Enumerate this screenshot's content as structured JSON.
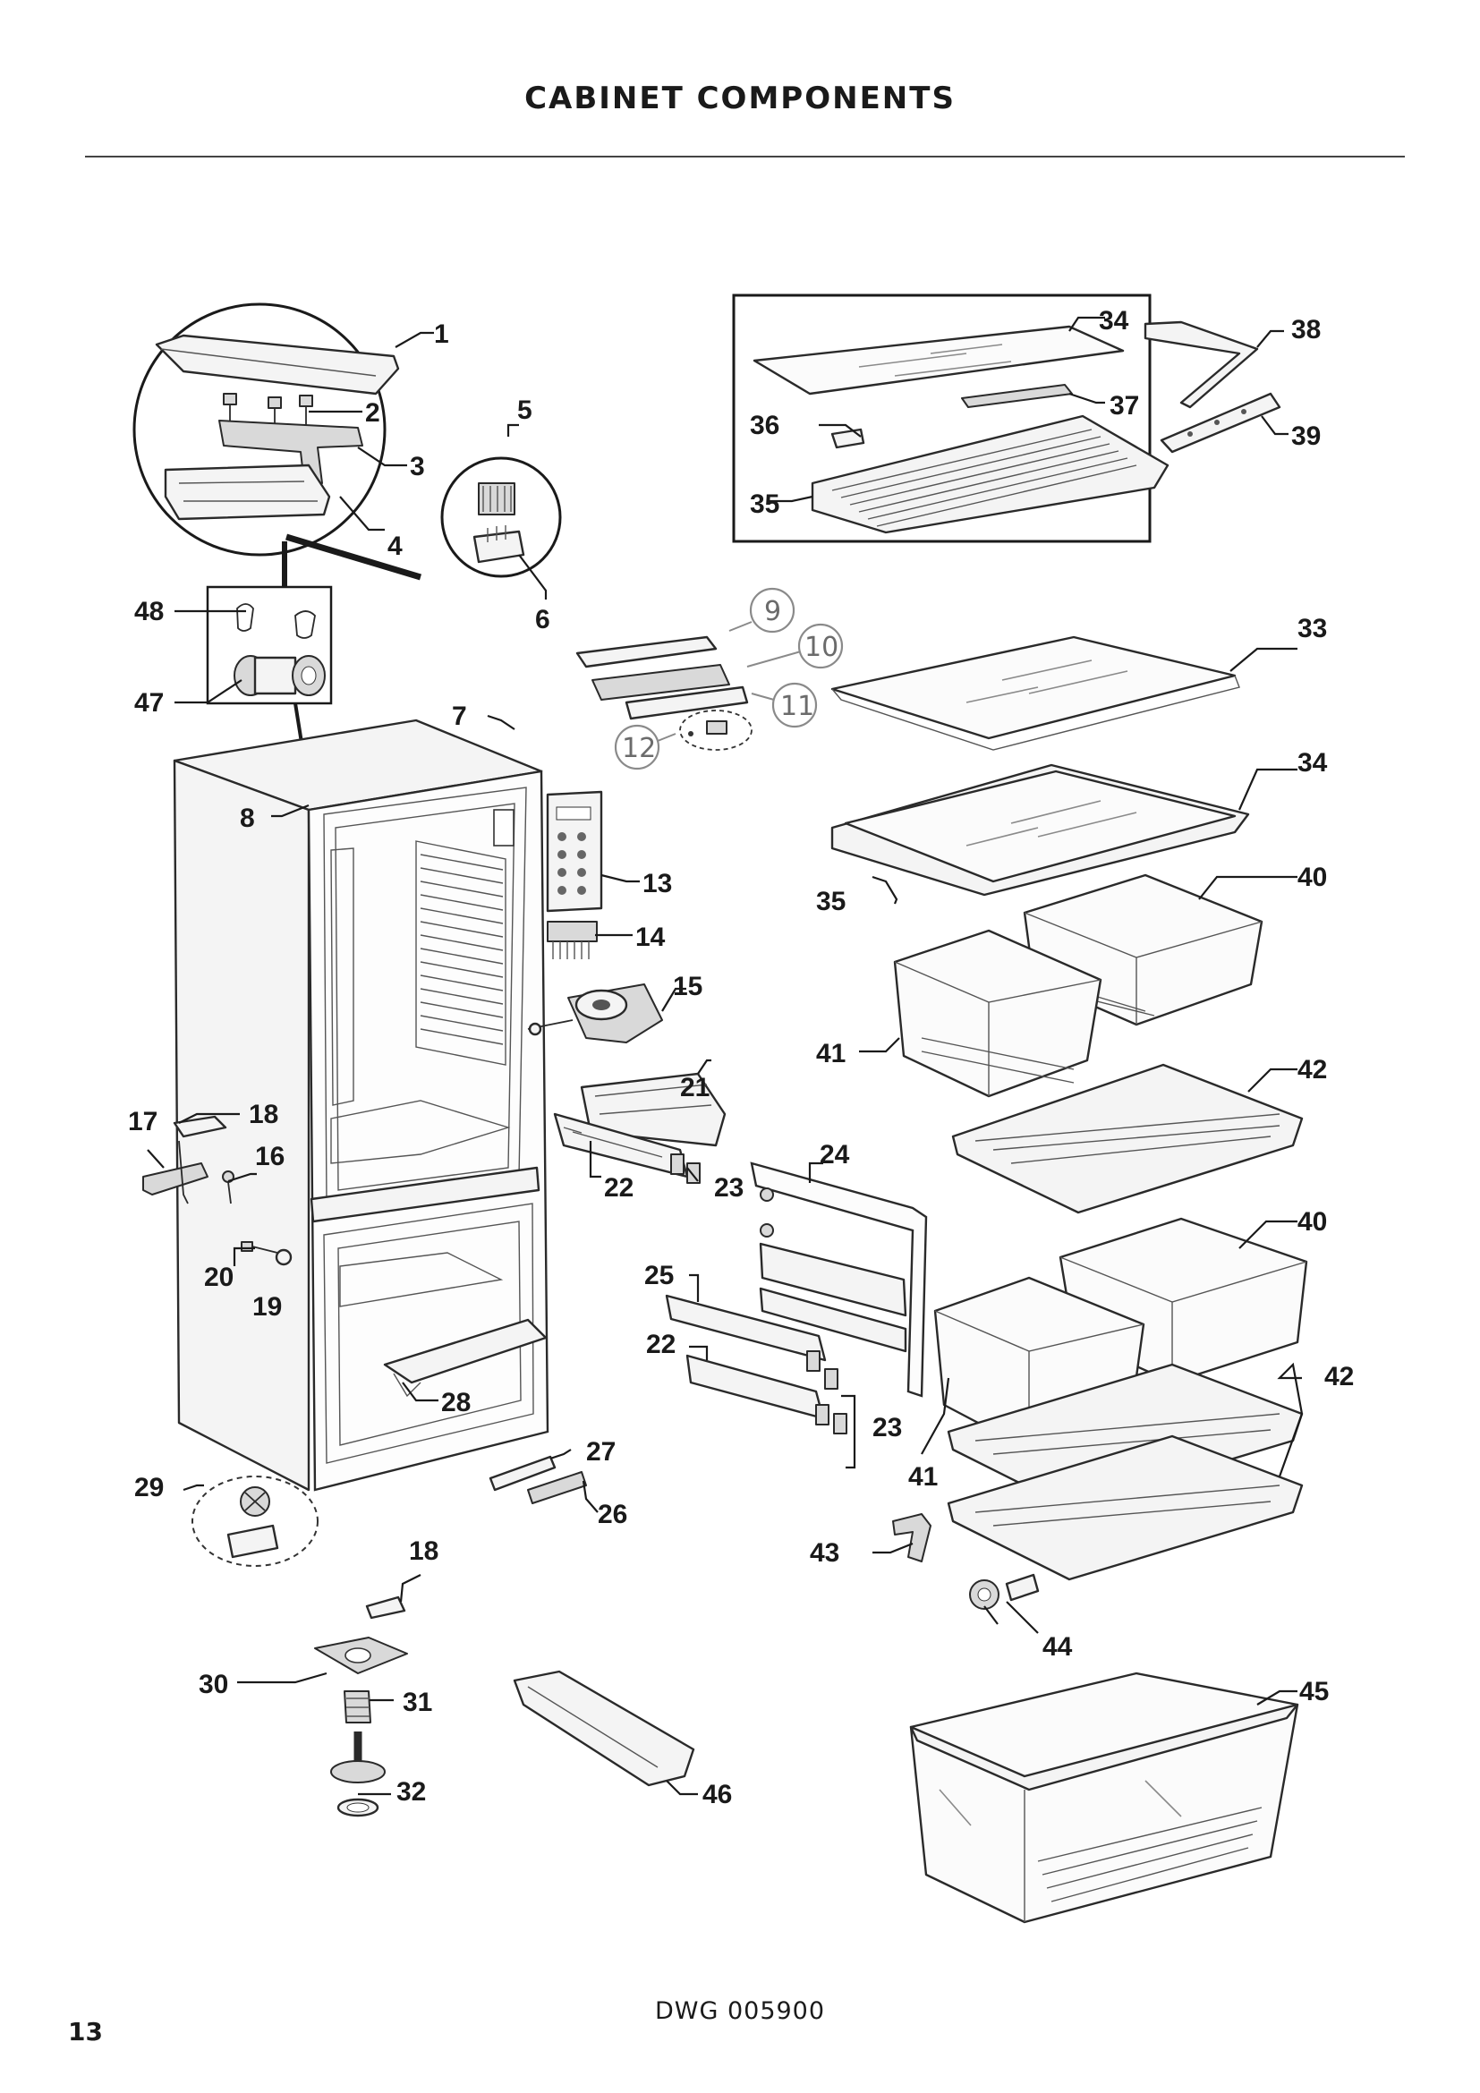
{
  "page": {
    "title": "CABINET COMPONENTS",
    "drawing_number": "DWG 005900",
    "page_number": "13"
  },
  "callouts": [
    {
      "id": "1",
      "label": "1"
    },
    {
      "id": "2",
      "label": "2"
    },
    {
      "id": "3",
      "label": "3"
    },
    {
      "id": "4",
      "label": "4"
    },
    {
      "id": "5",
      "label": "5"
    },
    {
      "id": "6",
      "label": "6"
    },
    {
      "id": "7",
      "label": "7"
    },
    {
      "id": "8",
      "label": "8"
    },
    {
      "id": "9",
      "label": "9"
    },
    {
      "id": "10",
      "label": "10"
    },
    {
      "id": "11",
      "label": "11"
    },
    {
      "id": "12",
      "label": "12"
    },
    {
      "id": "13",
      "label": "13"
    },
    {
      "id": "14",
      "label": "14"
    },
    {
      "id": "15",
      "label": "15"
    },
    {
      "id": "16",
      "label": "16"
    },
    {
      "id": "17",
      "label": "17"
    },
    {
      "id": "18",
      "label": "18"
    },
    {
      "id": "18b",
      "label": "18"
    },
    {
      "id": "19",
      "label": "19"
    },
    {
      "id": "20",
      "label": "20"
    },
    {
      "id": "21",
      "label": "21"
    },
    {
      "id": "22",
      "label": "22"
    },
    {
      "id": "22b",
      "label": "22"
    },
    {
      "id": "23",
      "label": "23"
    },
    {
      "id": "23b",
      "label": "23"
    },
    {
      "id": "24",
      "label": "24"
    },
    {
      "id": "25",
      "label": "25"
    },
    {
      "id": "26",
      "label": "26"
    },
    {
      "id": "27",
      "label": "27"
    },
    {
      "id": "28",
      "label": "28"
    },
    {
      "id": "29",
      "label": "29"
    },
    {
      "id": "30",
      "label": "30"
    },
    {
      "id": "31",
      "label": "31"
    },
    {
      "id": "32",
      "label": "32"
    },
    {
      "id": "33",
      "label": "33"
    },
    {
      "id": "34",
      "label": "34"
    },
    {
      "id": "34b",
      "label": "34"
    },
    {
      "id": "35",
      "label": "35"
    },
    {
      "id": "35b",
      "label": "35"
    },
    {
      "id": "36",
      "label": "36"
    },
    {
      "id": "37",
      "label": "37"
    },
    {
      "id": "38",
      "label": "38"
    },
    {
      "id": "39",
      "label": "39"
    },
    {
      "id": "40",
      "label": "40"
    },
    {
      "id": "40b",
      "label": "40"
    },
    {
      "id": "41",
      "label": "41"
    },
    {
      "id": "41b",
      "label": "41"
    },
    {
      "id": "42",
      "label": "42"
    },
    {
      "id": "42b",
      "label": "42"
    },
    {
      "id": "43",
      "label": "43"
    },
    {
      "id": "44",
      "label": "44"
    },
    {
      "id": "45",
      "label": "45"
    },
    {
      "id": "46",
      "label": "46"
    },
    {
      "id": "47",
      "label": "47"
    },
    {
      "id": "48",
      "label": "48"
    }
  ]
}
